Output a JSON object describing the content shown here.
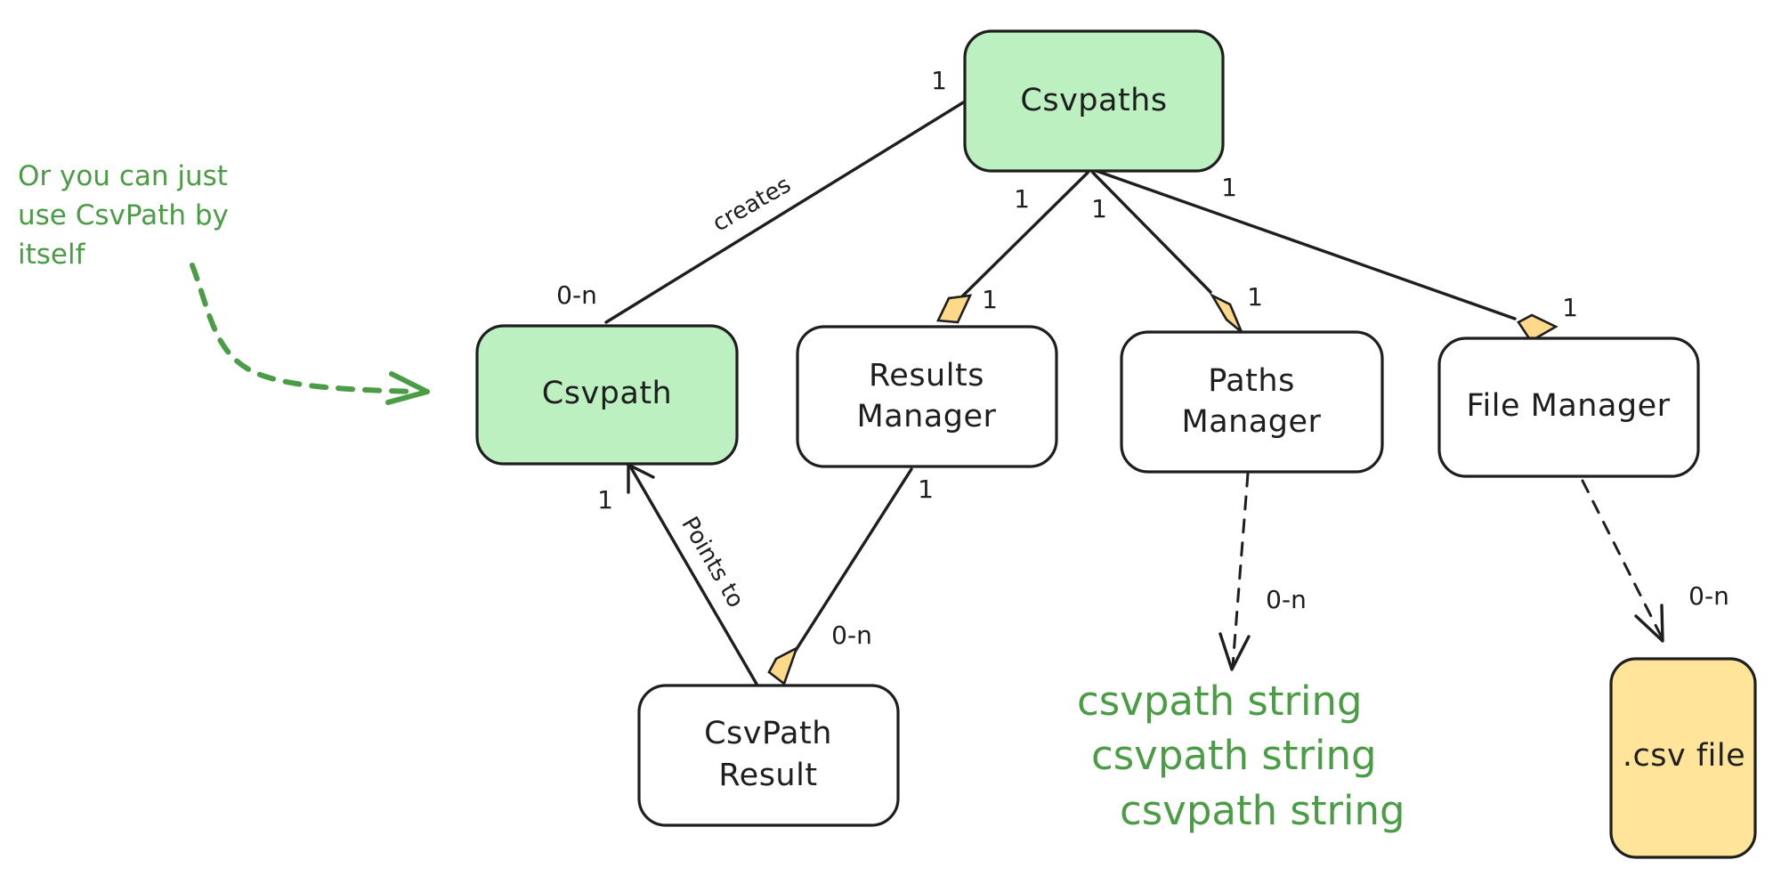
{
  "colors": {
    "stroke": "#1e1e1e",
    "green_fill": "#bdf0c0",
    "white_fill": "#ffffff",
    "yellow_fill": "#ffe49a",
    "diamond_fill": "#ffd98a",
    "note_green": "#4a9c45"
  },
  "nodes": {
    "csvpaths": {
      "label": "Csvpaths"
    },
    "csvpath": {
      "label": "Csvpath"
    },
    "results_manager": {
      "line1": "Results",
      "line2": "Manager"
    },
    "paths_manager": {
      "line1": "Paths",
      "line2": "Manager"
    },
    "file_manager": {
      "label": "File Manager"
    },
    "csvpath_result": {
      "line1": "CsvPath",
      "line2": "Result"
    },
    "csv_file": {
      "label": ".csv file"
    }
  },
  "edges": {
    "creates": {
      "label": "creates",
      "from_mult": "1",
      "to_mult": "0-n"
    },
    "csvpaths_results_manager": {
      "from_mult": "1",
      "to_mult": "1"
    },
    "csvpaths_paths_manager": {
      "from_mult": "1",
      "to_mult": "1"
    },
    "csvpaths_file_manager": {
      "from_mult": "1",
      "to_mult": "1"
    },
    "points_to": {
      "label": "Points to",
      "to_mult": "1"
    },
    "results_manager_result": {
      "from_mult": "1",
      "to_mult": "0-n"
    },
    "paths_manager_strings": {
      "to_mult": "0-n"
    },
    "file_manager_csv": {
      "to_mult": "0-n"
    }
  },
  "note": {
    "lines": [
      "Or you can just",
      "use CsvPath by",
      "itself"
    ]
  },
  "csvpath_strings": [
    "csvpath string",
    "csvpath string",
    "csvpath string"
  ]
}
